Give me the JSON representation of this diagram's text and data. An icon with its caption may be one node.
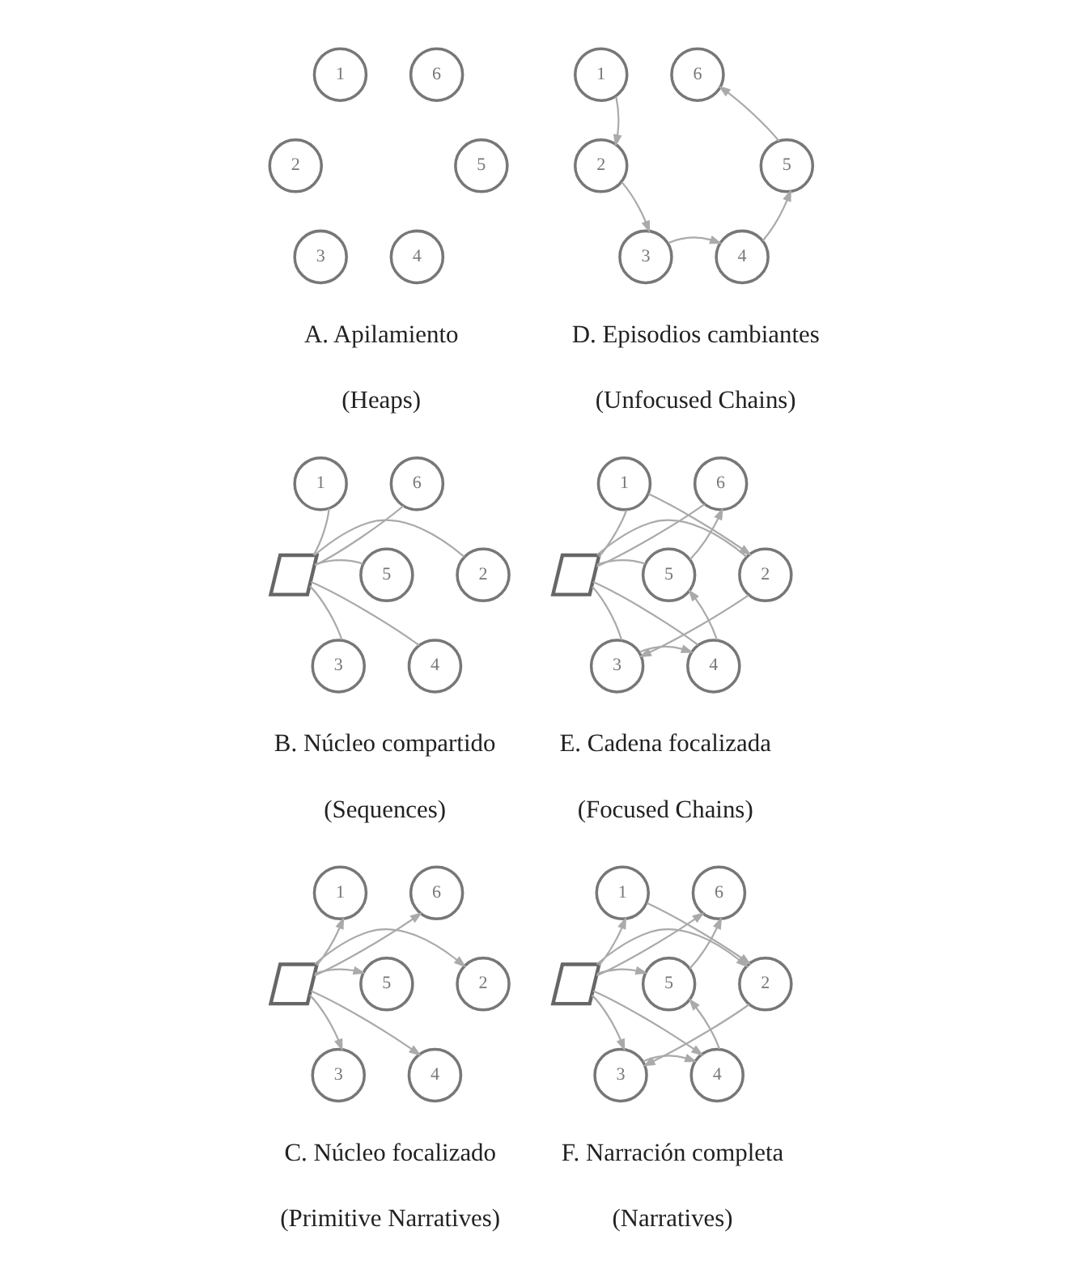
{
  "diagram": {
    "nodes": [
      {
        "text": [
          "1"
        ]
      },
      {
        "text": [
          "6"
        ]
      },
      {
        "text": [
          "2"
        ]
      },
      {
        "text": [
          "5"
        ]
      },
      {
        "text": [
          "3"
        ]
      },
      {
        "text": [
          "4"
        ]
      },
      {
        "text": [
          "1"
        ]
      },
      {
        "text": [
          "6"
        ]
      },
      {
        "text": [
          "2"
        ]
      },
      {
        "text": [
          "5"
        ]
      },
      {
        "text": [
          "3"
        ]
      },
      {
        "text": [
          "4"
        ]
      },
      {
        "text": [
          "1"
        ]
      },
      {
        "text": [
          "6"
        ]
      },
      {
        "text": [
          "2"
        ]
      },
      {
        "text": [],
        "shape": "parallelogram"
      },
      {
        "text": [
          "5"
        ]
      },
      {
        "text": [
          "3"
        ]
      },
      {
        "text": [
          "4"
        ]
      },
      {
        "text": [
          "1"
        ]
      },
      {
        "text": [
          "6"
        ]
      },
      {
        "text": [
          "2"
        ]
      },
      {
        "text": [],
        "shape": "parallelogram"
      },
      {
        "text": [
          "5"
        ]
      },
      {
        "text": [
          "3"
        ]
      },
      {
        "text": [
          "4"
        ]
      },
      {
        "text": [
          "1"
        ]
      },
      {
        "text": [
          "6"
        ]
      },
      {
        "text": [
          "2"
        ]
      },
      {
        "text": [],
        "shape": "parallelogram"
      },
      {
        "text": [
          "5"
        ]
      },
      {
        "text": [
          "3"
        ]
      },
      {
        "text": [
          "4"
        ]
      },
      {
        "text": [
          "1"
        ]
      },
      {
        "text": [
          "6"
        ]
      },
      {
        "text": [
          "2"
        ]
      },
      {
        "text": [],
        "shape": "parallelogram"
      },
      {
        "text": [
          "5"
        ]
      },
      {
        "text": [
          "3"
        ]
      },
      {
        "text": [
          "4"
        ]
      }
    ],
    "edges": [
      {
        "from": 6,
        "to": 8,
        "arrow": "to"
      },
      {
        "from": 8,
        "to": 10,
        "arrow": "to"
      },
      {
        "from": 10,
        "to": 11,
        "arrow": "to"
      },
      {
        "from": 11,
        "to": 9,
        "arrow": "to"
      },
      {
        "from": 9,
        "to": 7,
        "arrow": "to"
      },
      {
        "from": 15,
        "to": 12,
        "arrow": "none"
      },
      {
        "from": 15,
        "to": 13,
        "arrow": "none"
      },
      {
        "from": 15,
        "to": 14,
        "arrow": "none"
      },
      {
        "from": 15,
        "to": 16,
        "arrow": "none"
      },
      {
        "from": 15,
        "to": 17,
        "arrow": "none"
      },
      {
        "from": 15,
        "to": 18,
        "arrow": "none"
      },
      {
        "from": 19,
        "to": 21,
        "arrow": "to"
      },
      {
        "from": 21,
        "to": 24,
        "arrow": "to"
      },
      {
        "from": 24,
        "to": 25,
        "arrow": "to"
      },
      {
        "from": 25,
        "to": 23,
        "arrow": "to"
      },
      {
        "from": 23,
        "to": 20,
        "arrow": "to"
      },
      {
        "from": 22,
        "to": 19,
        "arrow": "none"
      },
      {
        "from": 22,
        "to": 20,
        "arrow": "none"
      },
      {
        "from": 22,
        "to": 21,
        "arrow": "none"
      },
      {
        "from": 22,
        "to": 23,
        "arrow": "none"
      },
      {
        "from": 22,
        "to": 24,
        "arrow": "none"
      },
      {
        "from": 22,
        "to": 25,
        "arrow": "none"
      },
      {
        "from": 29,
        "to": 26,
        "arrow": "to"
      },
      {
        "from": 29,
        "to": 27,
        "arrow": "to"
      },
      {
        "from": 29,
        "to": 28,
        "arrow": "to"
      },
      {
        "from": 29,
        "to": 30,
        "arrow": "to"
      },
      {
        "from": 29,
        "to": 31,
        "arrow": "to"
      },
      {
        "from": 29,
        "to": 32,
        "arrow": "to"
      },
      {
        "from": 33,
        "to": 35,
        "arrow": "to"
      },
      {
        "from": 35,
        "to": 38,
        "arrow": "to"
      },
      {
        "from": 38,
        "to": 39,
        "arrow": "to"
      },
      {
        "from": 39,
        "to": 37,
        "arrow": "to"
      },
      {
        "from": 37,
        "to": 34,
        "arrow": "to"
      },
      {
        "from": 36,
        "to": 33,
        "arrow": "to"
      },
      {
        "from": 36,
        "to": 34,
        "arrow": "to"
      },
      {
        "from": 36,
        "to": 35,
        "arrow": "to"
      },
      {
        "from": 36,
        "to": 37,
        "arrow": "to"
      },
      {
        "from": 36,
        "to": 38,
        "arrow": "to"
      },
      {
        "from": 36,
        "to": 39,
        "arrow": "to"
      }
    ],
    "labels": [
      "A. Apilamiento",
      "(Heaps)",
      "D. Episodios cambiantes",
      "(Unfocused Chains)",
      "B. Núcleo compartido",
      "(Sequences)",
      "E. Cadena focalizada",
      "(Focused Chains)",
      "C. Núcleo focalizado",
      "(Primitive Narratives)",
      "F. Narración completa",
      "(Narratives)"
    ]
  }
}
